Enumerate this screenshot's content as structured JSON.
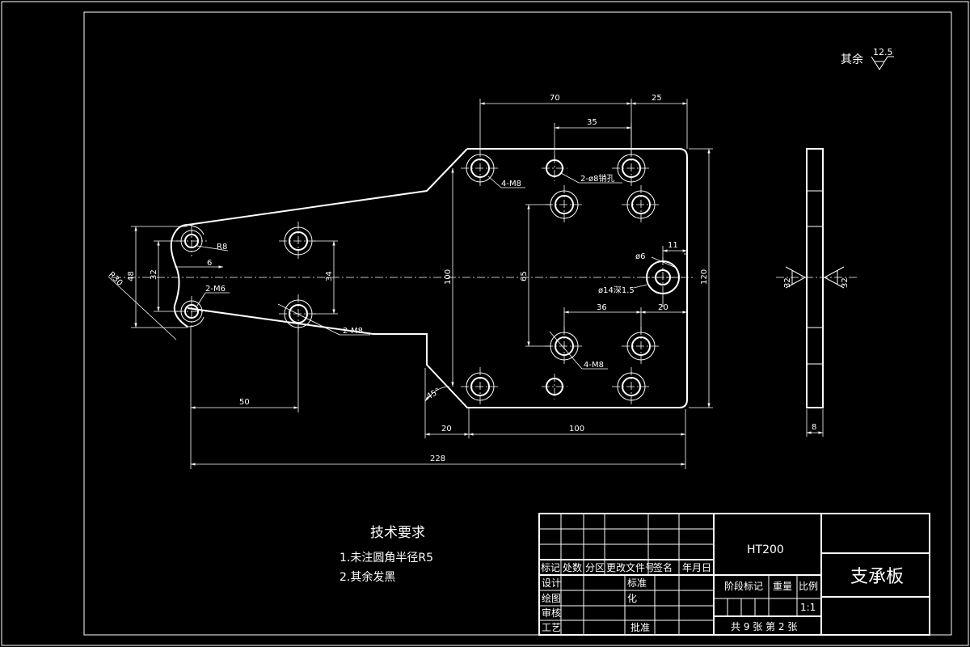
{
  "roughness": {
    "label": "其余",
    "value": "12.5"
  },
  "dims": {
    "d70": "70",
    "d25": "25",
    "d35": "35",
    "d11": "11",
    "d36": "36",
    "d20r": "20",
    "d120": "120",
    "d100v": "100",
    "d65": "65",
    "d34": "34",
    "d48": "48",
    "d32": "32",
    "d6": "6",
    "d50": "50",
    "d20b": "20",
    "d100h": "100",
    "d228": "228",
    "d8": "8",
    "r8": "R8",
    "r30": "R30",
    "a45": "45°",
    "s32l": "32",
    "s32r": "32",
    "phi6": "ø6",
    "phi14": "ø14深1.5"
  },
  "callouts": {
    "m8a": "4-M8",
    "pin": "2-ø8销孔",
    "m6": "2-M6",
    "m8b": "2-M8",
    "m8c": "4-M8"
  },
  "tech": {
    "title": "技术要求",
    "item1": "1.未注圆角半径R5",
    "item2": "2.其余发黑"
  },
  "title_block": {
    "material": "HT200",
    "part_name": "支承板",
    "header": [
      "标记",
      "处数",
      "分区",
      "更改文件号",
      "签名",
      "年月日"
    ],
    "roles": [
      "设计",
      "绘图",
      "审核",
      "工艺"
    ],
    "std1": "标准",
    "std2": "化",
    "approve": "批准",
    "stage": "阶段标记",
    "weight": "重量",
    "scale_label": "比例",
    "scale": "1:1",
    "sheets": "共 9 张  第 2 张"
  }
}
